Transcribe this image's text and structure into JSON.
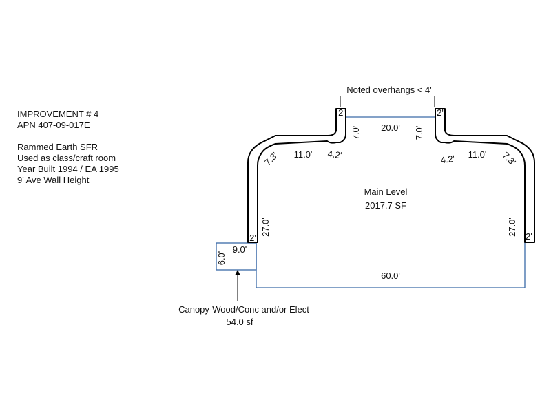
{
  "info": {
    "line1": "IMPROVEMENT # 4",
    "line2": "APN 407-09-017E",
    "line3": "Rammed Earth SFR",
    "line4": "Used as class/craft room",
    "line5": "Year Built 1994 / EA 1995",
    "line6": "9' Ave Wall Height"
  },
  "notes": {
    "overhangs": "Noted overhangs < 4'",
    "canopy_label": "Canopy-Wood/Conc and/or Elect",
    "canopy_area": "54.0 sf"
  },
  "main": {
    "name": "Main Level",
    "area": "2017.7 SF"
  },
  "dimensions": {
    "top": "20.0'",
    "bottom": "60.0'",
    "left_side": "27.0'",
    "right_side": "27.0'",
    "left_upper": "11.0'",
    "right_upper": "11.0'",
    "left_diag": "7.3'",
    "right_diag": "7.3'",
    "left_small": "4.2'",
    "right_small": "4.2'",
    "left_notch": "7.0'",
    "right_notch": "7.0'",
    "overhang_left_top": "2'",
    "overhang_right_top": "2'",
    "overhang_left_side": "2'",
    "overhang_right_side": "2'",
    "canopy_width": "9.0'",
    "canopy_height": "6.0'"
  },
  "colors": {
    "outline": "#3a6aa8",
    "wall": "#000000"
  }
}
